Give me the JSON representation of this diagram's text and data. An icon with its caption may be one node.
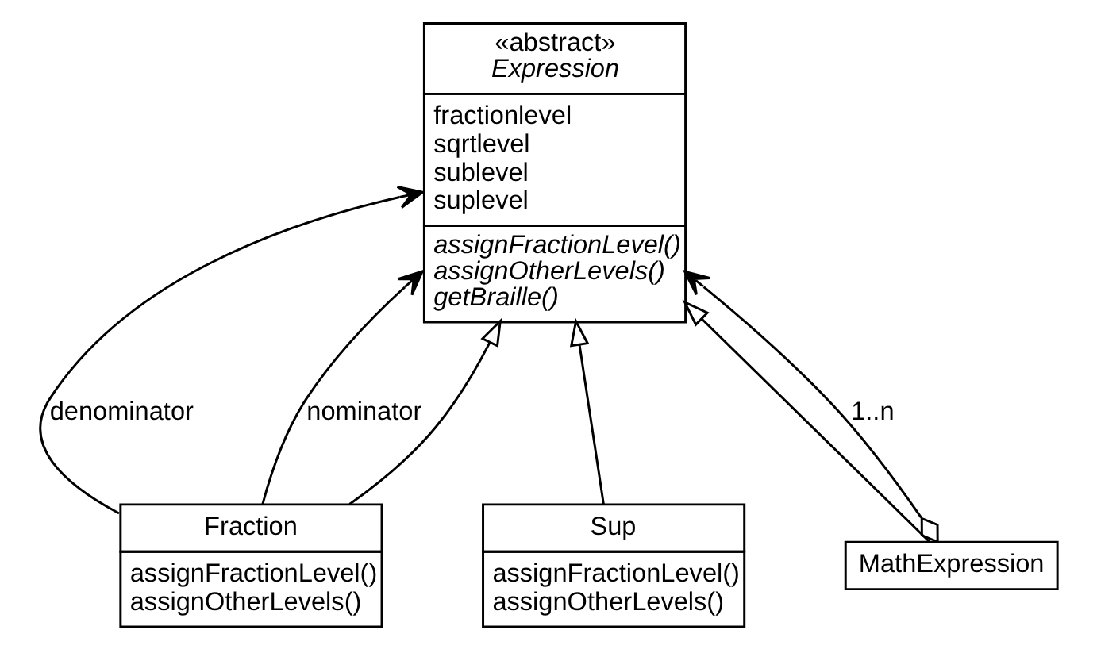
{
  "diagram": {
    "nodes": [
      {
        "text": [
          "«abstract»",
          "Expression",
          "fractionlevel",
          "sqrtlevel",
          "sublevel",
          "suplevel",
          "assignFractionLevel()",
          "assignOtherLevels()",
          "getBraille()"
        ]
      },
      {
        "text": [
          "Fraction",
          "assignFractionLevel()",
          "assignOtherLevels()"
        ]
      },
      {
        "text": [
          "Sup",
          "assignFractionLevel()",
          "assignOtherLevels()"
        ]
      },
      {
        "text": [
          "MathExpression"
        ]
      }
    ],
    "edges": [
      {
        "from": 1,
        "to": 0,
        "arrow": "to",
        "label": "denominator"
      },
      {
        "from": 1,
        "to": 0,
        "arrow": "to",
        "label": "nominator"
      },
      {
        "from": 1,
        "to": 0,
        "arrow": "to"
      },
      {
        "from": 2,
        "to": 0,
        "arrow": "to"
      },
      {
        "from": 3,
        "to": 0,
        "arrow": "to"
      },
      {
        "from": 3,
        "to": 0,
        "arrow": "to",
        "label": "1..n"
      }
    ]
  }
}
